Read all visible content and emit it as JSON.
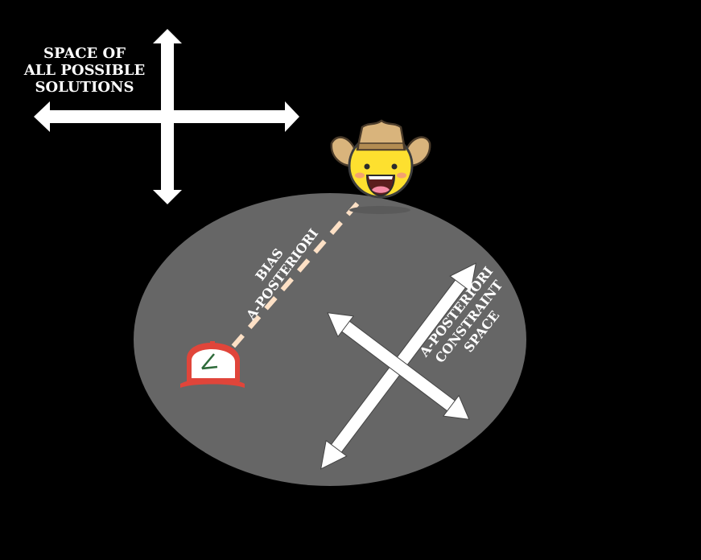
{
  "diagram": {
    "outer_space_label": [
      "SPACE OF",
      "ALL POSSIBLE",
      "SOLUTIONS"
    ],
    "bias_label": [
      "BIAS",
      "A-POSTERIORI"
    ],
    "constraint_label": [
      "A-POSTERIORI",
      "CONSTRAINT",
      "SPACE"
    ],
    "cowboy_icon": "cowboy-smiley-icon",
    "cap_icon": "baseball-cap-icon",
    "colors": {
      "background": "#000000",
      "ellipse": "#666666",
      "arrows": "#ffffff",
      "dashed_line": "#fde0c5",
      "cowboy_face": "#fde02f",
      "cowboy_hat": "#d9b47c",
      "cap_red": "#e0453a"
    }
  }
}
